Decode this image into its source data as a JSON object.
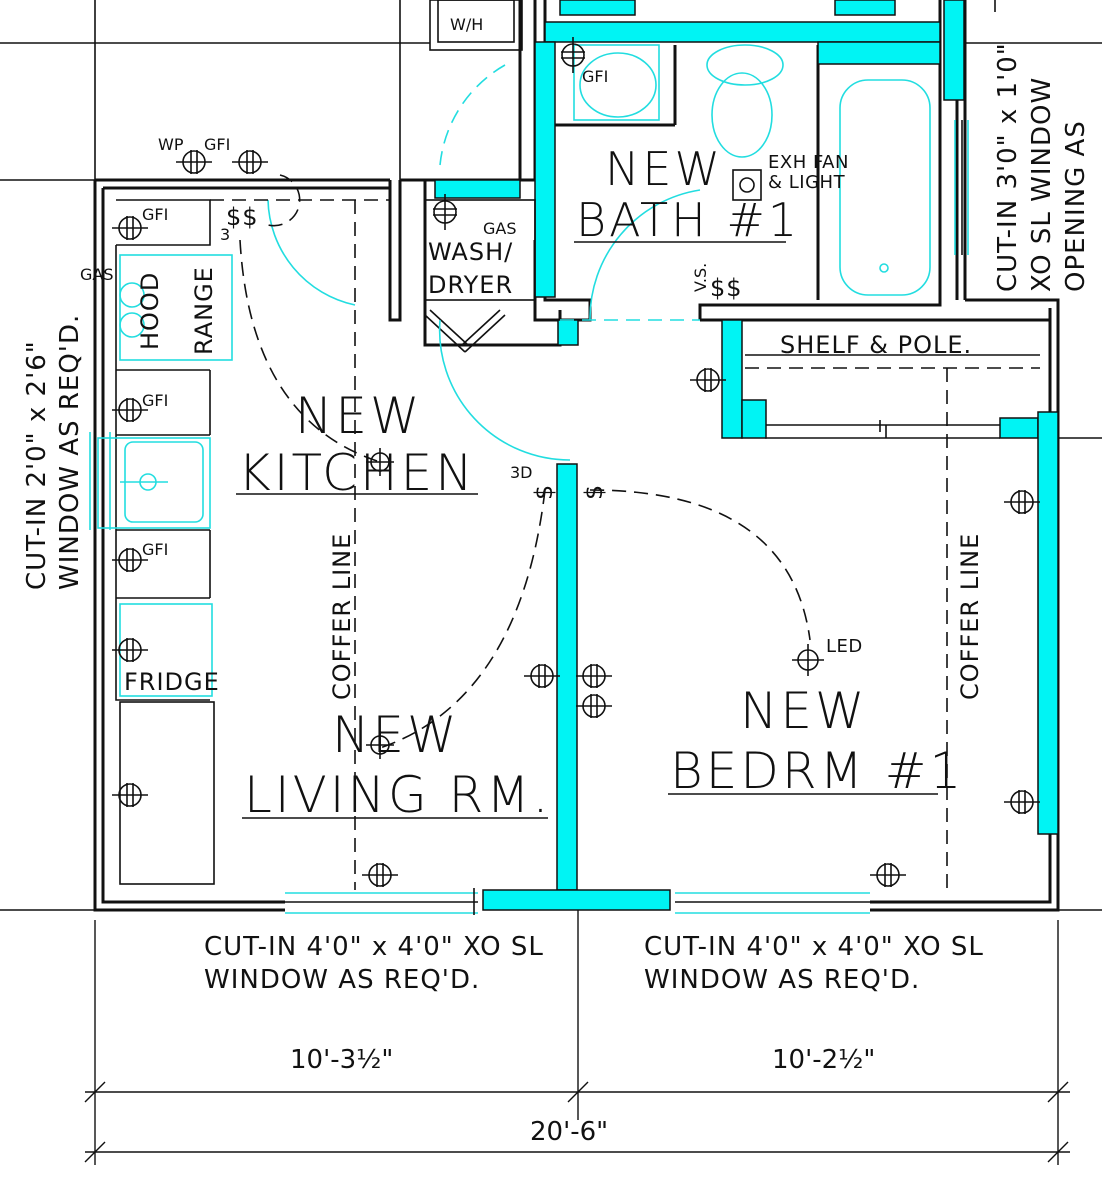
{
  "rooms": {
    "kitchen": [
      "NEW",
      "KITCHEN"
    ],
    "living": [
      "NEW",
      "LIVING RM."
    ],
    "bath": [
      "NEW",
      "BATH #1"
    ],
    "bedroom": [
      "NEW",
      "BEDRM #1"
    ]
  },
  "fixtures": {
    "wh": "W/H",
    "gfi": "GFI",
    "wp": "WP",
    "gas": "GAS",
    "hood": "HOOD",
    "range": "RANGE",
    "fridge": "FRIDGE",
    "wash": "WASH/",
    "dryer": "DRYER",
    "exh_fan": "EXH FAN",
    "light": "& LIGHT",
    "shelf": "SHELF & POLE.",
    "vs": "V.S.",
    "led": "LED",
    "coffer": "COFFER LINE",
    "switch_ss": "$$",
    "switch_s": "$",
    "three": "3",
    "three_d": "3D"
  },
  "notes": {
    "window_left": [
      "CUT-IN 2'0\" x 2'6\"",
      "WINDOW AS REQ'D."
    ],
    "window_right": [
      "CUT-IN 3'0\" x 1'0\"",
      "XO SL WINDOW",
      "OPENING AS"
    ],
    "window_bottom_left": [
      "CUT-IN 4'0\" x 4'0\" XO SL",
      "WINDOW AS REQ'D."
    ],
    "window_bottom_right": [
      "CUT-IN 4'0\" x 4'0\" XO SL",
      "WINDOW AS REQ'D."
    ]
  },
  "dimensions": {
    "left": "10'-3½\"",
    "right": "10'-2½\"",
    "overall": "20'-6\""
  },
  "colors": {
    "wall_highlight": "#00f4f4",
    "fixture_outline": "#22dde0",
    "ink": "#111111"
  }
}
